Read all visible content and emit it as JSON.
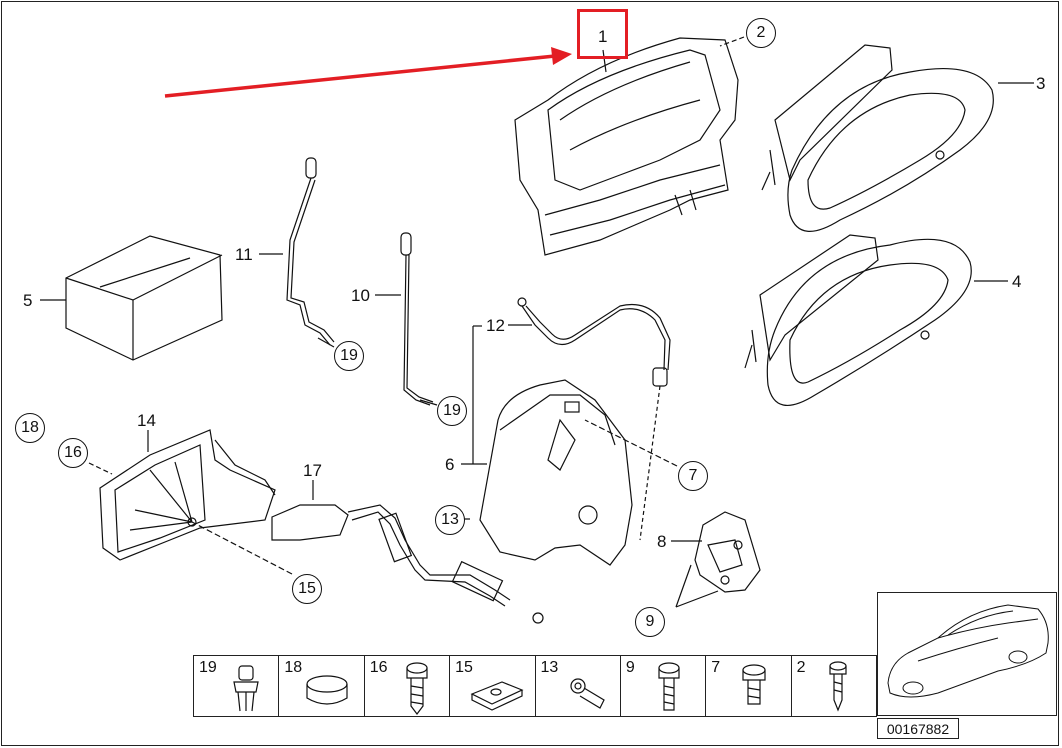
{
  "diagram": {
    "parts": {
      "p1": "1",
      "p2": "2",
      "p3": "3",
      "p4": "4",
      "p5": "5",
      "p6": "6",
      "p7": "7",
      "p8": "8",
      "p9": "9",
      "p10": "10",
      "p11": "11",
      "p12": "12",
      "p13": "13",
      "p14": "14",
      "p15": "15",
      "p16": "16",
      "p17": "17",
      "p18": "18",
      "p19a": "19",
      "p19b": "19"
    },
    "legend_cells": [
      "19",
      "18",
      "16",
      "15",
      "13",
      "9",
      "7",
      "2"
    ],
    "code": "00167882"
  },
  "colors": {
    "highlight": "#e31e24",
    "ink": "#111111"
  }
}
